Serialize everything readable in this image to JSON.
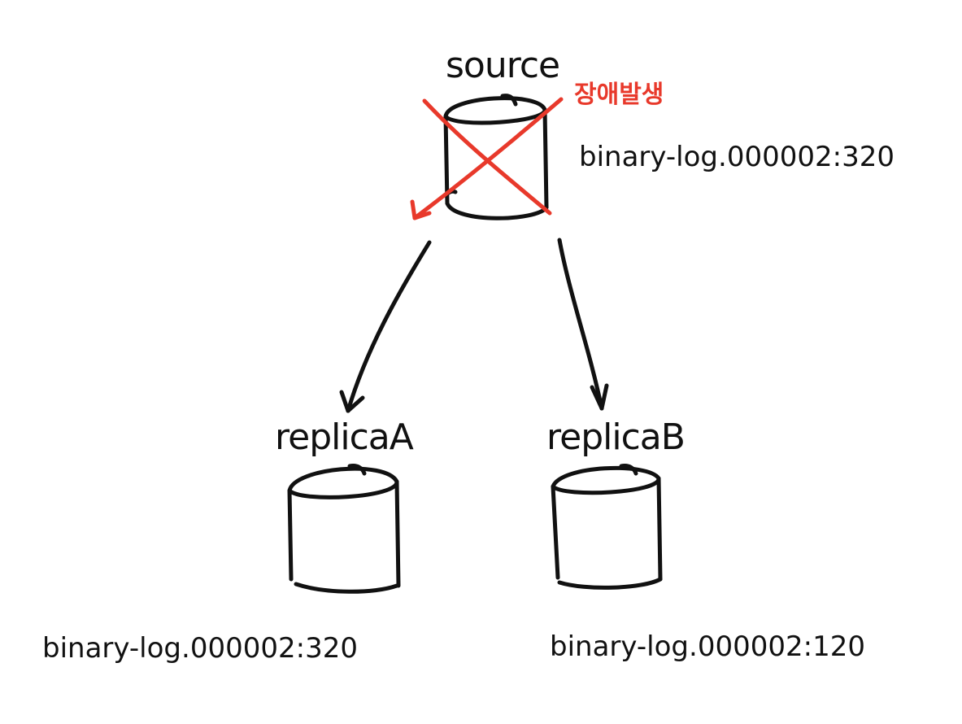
{
  "nodes": {
    "source": {
      "label": "source",
      "binlog": "binary-log.000002:320",
      "failure_label": "장애발생"
    },
    "replica_a": {
      "label": "replicaA",
      "binlog": "binary-log.000002:320"
    },
    "replica_b": {
      "label": "replicaB",
      "binlog": "binary-log.000002:120"
    }
  },
  "colors": {
    "ink": "#111111",
    "failure": "#e8392b",
    "background": "#ffffff"
  }
}
